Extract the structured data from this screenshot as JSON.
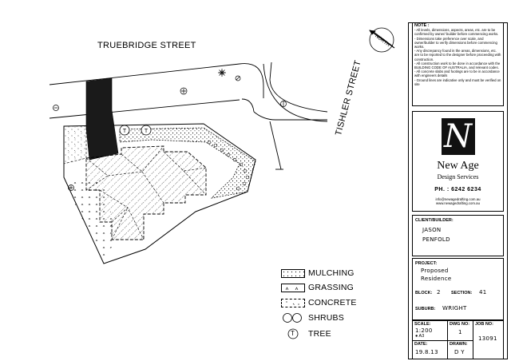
{
  "streets": {
    "truebridge": "TRUEBRIDGE STREET",
    "tishler": "TISHLER STREET"
  },
  "compass": {
    "label": "NORTH"
  },
  "legend": [
    {
      "key": "mulching",
      "label": "MULCHING"
    },
    {
      "key": "grassing",
      "label": "GRASSING"
    },
    {
      "key": "concrete",
      "label": "CONCRETE"
    },
    {
      "key": "shrubs",
      "label": "SHRUBS"
    },
    {
      "key": "tree",
      "label": "TREE",
      "symbol": "T"
    }
  ],
  "notes": {
    "title": "NOTE :",
    "items": [
      "- All levels, dimensions, aspects, areas, etc. are to be confirmed by owner/ builder before commencing works.",
      "- Dimensions take preference over scale, and owner/builder to verify dimensions before commencing works.",
      "- Any discrepancy found in the areas, dimensions, etc. are to be reported to the designer before proceeding with construction.",
      "- All construction work to be done in accordance with the BUILDING CODE OF AUSTRALIA, and relevant codes.",
      "- All concrete slabs and footings are to be in accordance with engineers details",
      "- Ground lines are indicative only and must be verified on site"
    ]
  },
  "brand": {
    "logo_letter": "N",
    "name": "New Age",
    "tagline": "Design Services",
    "phone": "PH. : 6242 6234",
    "email": "info@newagedrafting.com.au",
    "website": "www.newagedrafting.com.au"
  },
  "client": {
    "label": "CLIENT/BUILDER:",
    "line1": "JASON",
    "line2": "PENFOLD"
  },
  "project": {
    "label": "PROJECT:",
    "line1": "Proposed",
    "line2": "Residence",
    "block_label": "BLOCK:",
    "block": "2",
    "section_label": "SECTION:",
    "section": "41",
    "suburb_label": "SUBURB:",
    "suburb": "WRIGHT"
  },
  "title_block": {
    "scale_label": "SCALE:",
    "scale": "1:200",
    "paper": "● A3",
    "dwg_label": "DWG NO:",
    "dwg": "1",
    "job_label": "JOB NO:",
    "job": "13091",
    "date_label": "DATE:",
    "date": "19.8.13",
    "drawn_label": "DRAWN:",
    "drawn": "D Y"
  }
}
